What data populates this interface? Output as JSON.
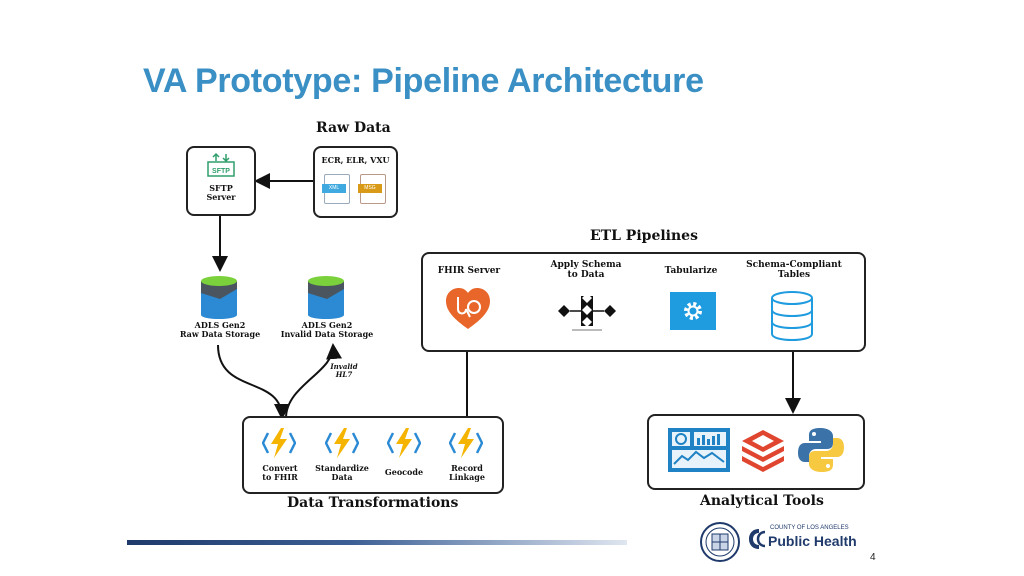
{
  "title": "VA Prototype: Pipeline Architecture",
  "raw_data": {
    "header": "Raw Data",
    "formats": "ECR, ELR, VXU",
    "xml": "XML",
    "msg": "MSG"
  },
  "sftp": {
    "icon_text": "SFTP",
    "label_line1": "SFTP",
    "label_line2": "Server"
  },
  "storage": {
    "raw_line1": "ADLS Gen2",
    "raw_line2": "Raw Data Storage",
    "invalid_line1": "ADLS Gen2",
    "invalid_line2": "Invalid Data Storage",
    "invalid_note_line1": "Invalid",
    "invalid_note_line2": "HL7"
  },
  "data_transformations": {
    "header": "Data Transformations",
    "steps": [
      {
        "line1": "Convert",
        "line2": "to FHIR"
      },
      {
        "line1": "Standardize",
        "line2": "Data"
      },
      {
        "line1": "Geocode",
        "line2": ""
      },
      {
        "line1": "Record",
        "line2": "Linkage"
      }
    ]
  },
  "etl": {
    "header": "ETL Pipelines",
    "fhir_server": "FHIR Server",
    "apply_schema_line1": "Apply Schema",
    "apply_schema_line2": "to Data",
    "tabularize": "Tabularize",
    "tables_line1": "Schema-Compliant",
    "tables_line2": "Tables"
  },
  "analytical_tools": {
    "header": "Analytical Tools"
  },
  "footer": {
    "logo_top": "COUNTY OF LOS ANGELES",
    "logo_main": "Public Health",
    "page_number": "4"
  },
  "colors": {
    "title": "#3a8fc4",
    "lightning": "#f5b400",
    "fhir": "#e8662a",
    "tabularize": "#1f9be0",
    "cylinder_blue": "#2b8ad3",
    "footer_navy": "#1f3a6b"
  }
}
